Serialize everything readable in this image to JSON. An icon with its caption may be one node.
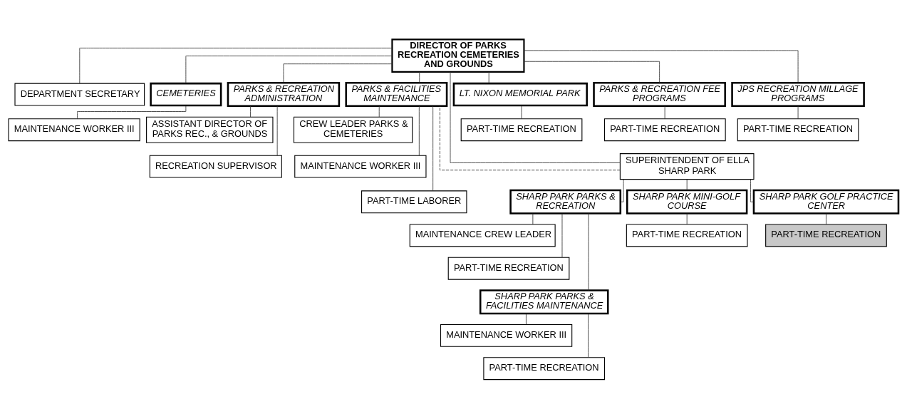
{
  "diagram": {
    "nodes": [
      {
        "text": [
          "DIRECTOR OF PARKS RECREATION CEMETERIES AND GROUNDS"
        ]
      },
      {
        "text": [
          "DEPARTMENT SECRETARY"
        ]
      },
      {
        "text": [
          "CEMETERIES"
        ]
      },
      {
        "text": [
          "MAINTENANCE WORKER III"
        ]
      },
      {
        "text": [
          "PARKS & RECREATION ADMINISTRATION"
        ]
      },
      {
        "text": [
          "ASSISTANT DIRECTOR OF PARKS REC., & GROUNDS"
        ]
      },
      {
        "text": [
          "RECREATION SUPERVISOR"
        ]
      },
      {
        "text": [
          "PARKS & FACILITIES MAINTENANCE"
        ]
      },
      {
        "text": [
          "CREW LEADER PARKS & CEMETERIES"
        ]
      },
      {
        "text": [
          "MAINTENANCE WORKER III"
        ]
      },
      {
        "text": [
          "PART-TIME LABORER"
        ]
      },
      {
        "text": [
          "LT. NIXON MEMORIAL PARK"
        ]
      },
      {
        "text": [
          "PART-TIME RECREATION"
        ]
      },
      {
        "text": [
          "PARKS & RECREATION FEE PROGRAMS"
        ]
      },
      {
        "text": [
          "PART-TIME RECREATION"
        ]
      },
      {
        "text": [
          "JPS RECREATION MILLAGE PROGRAMS"
        ]
      },
      {
        "text": [
          "PART-TIME RECREATION"
        ]
      },
      {
        "text": [
          "SUPERINTENDENT OF ELLA SHARP PARK"
        ]
      },
      {
        "text": [
          "SHARP PARK PARKS & RECREATION"
        ]
      },
      {
        "text": [
          "MAINTENANCE CREW LEADER"
        ]
      },
      {
        "text": [
          "PART-TIME RECREATION"
        ]
      },
      {
        "text": [
          "SHARP PARK PARKS & FACILITIES MAINTENANCE"
        ]
      },
      {
        "text": [
          "MAINTENANCE WORKER III"
        ]
      },
      {
        "text": [
          "PART-TIME RECREATION"
        ]
      },
      {
        "text": [
          "SHARP PARK MINI-GOLF COURSE"
        ]
      },
      {
        "text": [
          "PART-TIME RECREATION"
        ]
      },
      {
        "text": [
          "SHARP PARK GOLF PRACTICE CENTER"
        ]
      },
      {
        "text": [
          "PART-TIME RECREATION"
        ]
      }
    ],
    "edges": [
      {
        "from": 0,
        "to": 1,
        "arrow": "none"
      },
      {
        "from": 0,
        "to": 2,
        "arrow": "none"
      },
      {
        "from": 0,
        "to": 4,
        "arrow": "none"
      },
      {
        "from": 0,
        "to": 7,
        "arrow": "none"
      },
      {
        "from": 0,
        "to": 11,
        "arrow": "none"
      },
      {
        "from": 0,
        "to": 13,
        "arrow": "none"
      },
      {
        "from": 0,
        "to": 15,
        "arrow": "none"
      },
      {
        "from": 0,
        "to": 17,
        "arrow": "none"
      },
      {
        "from": 17,
        "to": 7,
        "arrow": "none",
        "style": "dashed"
      },
      {
        "from": 2,
        "to": 3,
        "arrow": "none"
      },
      {
        "from": 4,
        "to": 5,
        "arrow": "none"
      },
      {
        "from": 4,
        "to": 6,
        "arrow": "none"
      },
      {
        "from": 7,
        "to": 8,
        "arrow": "none"
      },
      {
        "from": 7,
        "to": 9,
        "arrow": "none"
      },
      {
        "from": 7,
        "to": 10,
        "arrow": "none"
      },
      {
        "from": 11,
        "to": 12,
        "arrow": "none"
      },
      {
        "from": 13,
        "to": 14,
        "arrow": "none"
      },
      {
        "from": 15,
        "to": 16,
        "arrow": "none"
      },
      {
        "from": 17,
        "to": 18,
        "arrow": "none"
      },
      {
        "from": 17,
        "to": 24,
        "arrow": "none"
      },
      {
        "from": 17,
        "to": 26,
        "arrow": "none"
      },
      {
        "from": 18,
        "to": 19,
        "arrow": "none"
      },
      {
        "from": 18,
        "to": 20,
        "arrow": "none"
      },
      {
        "from": 18,
        "to": 21,
        "arrow": "none"
      },
      {
        "from": 21,
        "to": 22,
        "arrow": "none"
      },
      {
        "from": 21,
        "to": 23,
        "arrow": "none"
      },
      {
        "from": 24,
        "to": 25,
        "arrow": "none"
      },
      {
        "from": 26,
        "to": 27,
        "arrow": "none"
      }
    ]
  }
}
